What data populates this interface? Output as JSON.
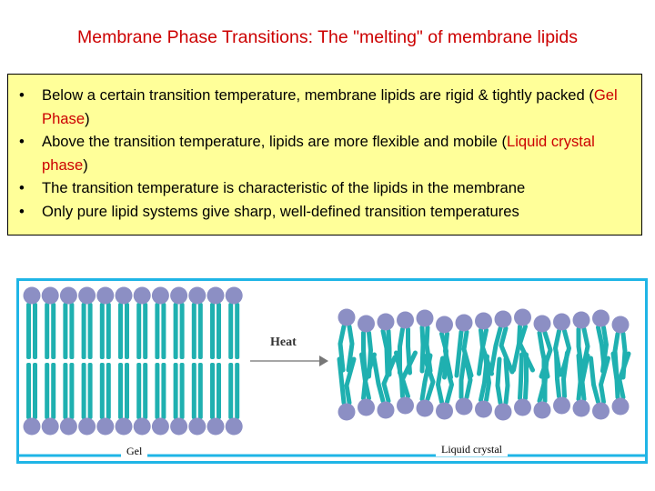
{
  "slide": {
    "title": "Membrane Phase Transitions: The \"melting\" of membrane lipids",
    "bullets": [
      {
        "segments": [
          {
            "text": "Below a certain transition temperature, membrane lipids are rigid & tightly packed (",
            "color": "black"
          },
          {
            "text": "Gel Phase",
            "color": "red"
          },
          {
            "text": ")",
            "color": "black"
          }
        ]
      },
      {
        "segments": [
          {
            "text": "Above the transition temperature, lipids are more flexible and mobile (",
            "color": "black"
          },
          {
            "text": "Liquid crystal phase",
            "color": "red"
          },
          {
            "text": ")",
            "color": "black"
          }
        ]
      },
      {
        "segments": [
          {
            "text": "The transition temperature is characteristic of the lipids in the membrane",
            "color": "black"
          }
        ]
      },
      {
        "segments": [
          {
            "text": "Only pure lipid systems give sharp, well-defined transition temperatures",
            "color": "black"
          }
        ]
      }
    ],
    "bullet_glyph": "•"
  },
  "figure": {
    "arrow_label": "Heat",
    "gel_label": "Gel",
    "liquid_crystal_label": "Liquid crystal",
    "colors": {
      "head": "#8c8fc4",
      "tail": "#1fb0b0",
      "frame": "#1fb5e6",
      "bullet_box": "#ffff99",
      "title": "#cc0000"
    }
  }
}
